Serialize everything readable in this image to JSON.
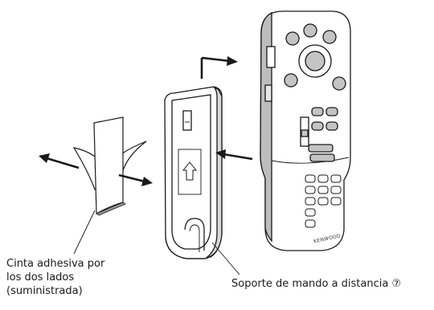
{
  "callouts": {
    "tape": {
      "lines": [
        "Cinta adhesiva por",
        "los dos lados",
        "(suministrada)"
      ]
    },
    "holder": {
      "text": "Soporte de mando a distancia ⑦"
    }
  },
  "remote": {
    "brand": "KENWOOD"
  },
  "colors": {
    "line": "#1a1a1a",
    "fill": "#ffffff",
    "shade": "#b8b8b8",
    "button": "#c4c4c4"
  }
}
